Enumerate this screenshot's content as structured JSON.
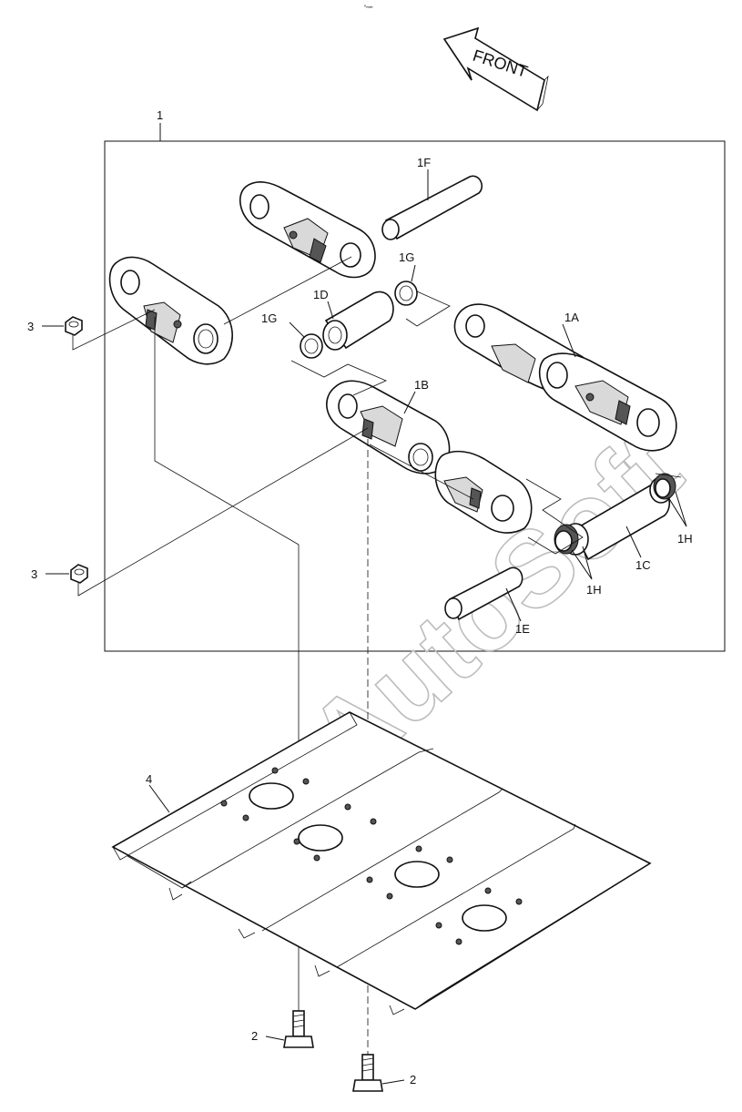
{
  "diagram": {
    "front_label": "FRONT",
    "top_mark": "ⁿₘₘ",
    "watermark": "AutoSoft",
    "callouts": {
      "assy": "1",
      "link_1a": "1A",
      "link_1b": "1B",
      "bushing_1c": "1C",
      "bushing_1d": "1D",
      "pin_1e": "1E",
      "pin_1f": "1F",
      "seal_1g_top": "1G",
      "seal_1g_left": "1G",
      "seal_1h_left": "1H",
      "seal_1h_right": "1H",
      "bolt_2_left": "2",
      "bolt_2_right": "2",
      "nut_3_top": "3",
      "nut_3_bottom": "3",
      "shoe_4": "4"
    }
  }
}
